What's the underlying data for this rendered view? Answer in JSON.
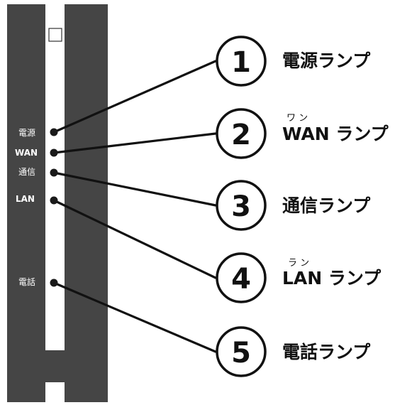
{
  "diagram": {
    "device_labels": [
      "電源",
      "WAN",
      "通信",
      "LAN",
      "電話"
    ],
    "callouts": [
      {
        "number": "1",
        "label": "電源ランプ",
        "ruby": ""
      },
      {
        "number": "2",
        "label": "WAN ランプ",
        "ruby": "ワ ン"
      },
      {
        "number": "3",
        "label": "通信ランプ",
        "ruby": ""
      },
      {
        "number": "4",
        "label": "LAN ランプ",
        "ruby": "ラ ン"
      },
      {
        "number": "5",
        "label": "電話ランプ",
        "ruby": ""
      }
    ]
  },
  "colors": {
    "device_body": "#454545",
    "lamp": "#1a1a1a",
    "line": "#111111",
    "device_text": "#ffffff",
    "callout_text": "#111111"
  }
}
